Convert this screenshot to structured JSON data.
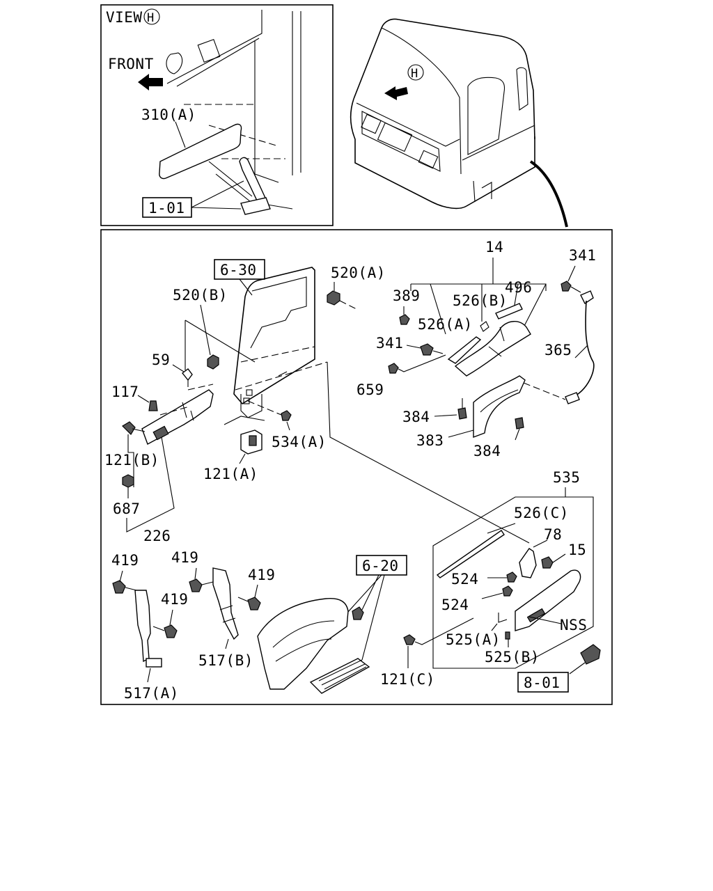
{
  "inset": {
    "view_label": "VIEW",
    "view_letter": "H",
    "front_label": "FRONT",
    "part_310a": "310(A)",
    "ref_box": "1-01"
  },
  "cab": {
    "view_marker": "H"
  },
  "main": {
    "ref_boxes": {
      "r630": "6-30",
      "r620": "6-20",
      "r801": "8-01"
    },
    "labels": {
      "p14": "14",
      "p341_top": "341",
      "p520a": "520(A)",
      "p520b": "520(B)",
      "p389": "389",
      "p526b": "526(B)",
      "p496": "496",
      "p526a": "526(A)",
      "p341_mid": "341",
      "p365": "365",
      "p59": "59",
      "p659": "659",
      "p117": "117",
      "p384_left": "384",
      "p383": "383",
      "p384_bottom": "384",
      "p534a": "534(A)",
      "p121b": "121(B)",
      "p121a": "121(A)",
      "p687": "687",
      "p226": "226",
      "p535": "535",
      "p526c": "526(C)",
      "p78": "78",
      "p15": "15",
      "p524_top": "524",
      "p524_bottom": "524",
      "p419_a": "419",
      "p419_b": "419",
      "p419_c": "419",
      "p419_d": "419",
      "pNSS": "NSS",
      "p525a": "525(A)",
      "p525b": "525(B)",
      "p517b": "517(B)",
      "p121c": "121(C)",
      "p517a": "517(A)"
    }
  }
}
